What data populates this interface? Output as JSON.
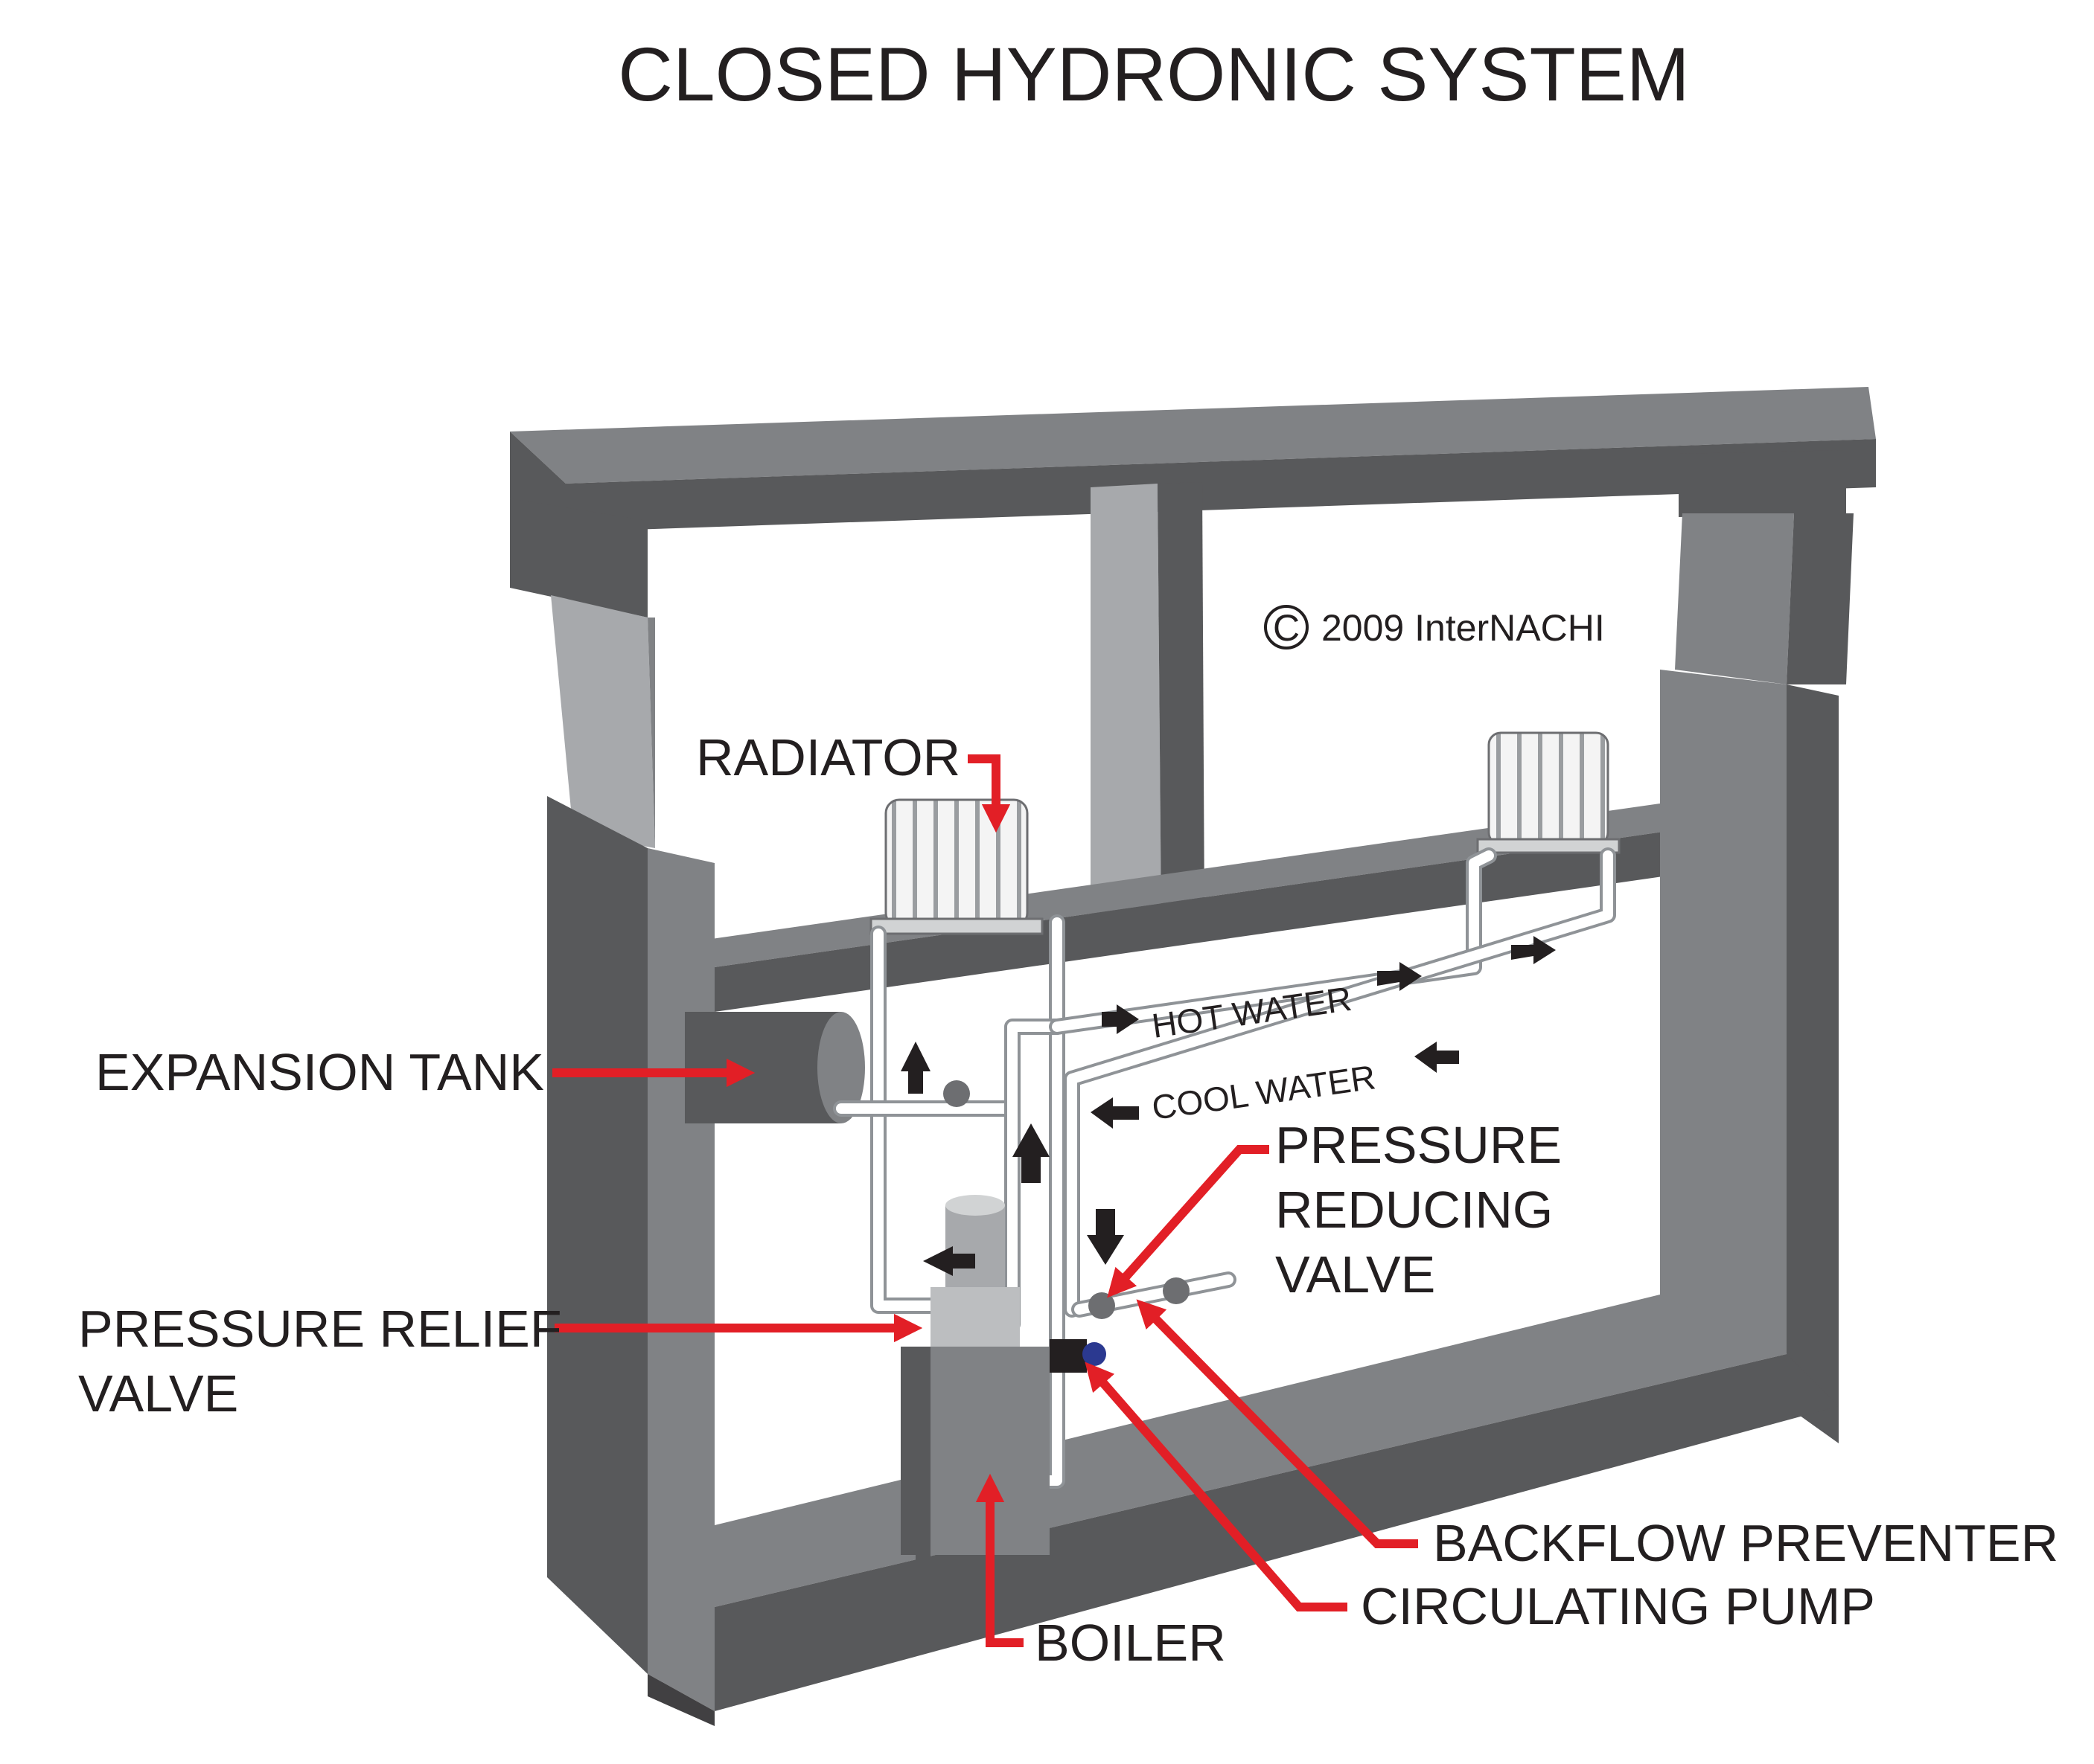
{
  "title": "CLOSED HYDRONIC SYSTEM",
  "copyright": "2009  InterNACHI",
  "copyright_symbol": "C",
  "labels": {
    "radiator": "RADIATOR",
    "expansion_tank": "EXPANSION TANK",
    "pressure_reducing": [
      "PRESSURE",
      "REDUCING",
      "VALVE"
    ],
    "pressure_relief": [
      "PRESSURE RELIEF",
      "VALVE"
    ],
    "backflow_preventer": "BACKFLOW PREVENTER",
    "circulating_pump": "CIRCULATING PUMP",
    "boiler": "BOILER"
  },
  "flow": {
    "hot_water": "HOT WATER",
    "cool_water": "COOL WATER"
  },
  "colors": {
    "leader": "#e21f26",
    "wall_dark": "#58595b",
    "wall_mid": "#808285",
    "wall_light": "#a7a9ac",
    "pipe": "#ffffff",
    "text": "#231f20"
  }
}
